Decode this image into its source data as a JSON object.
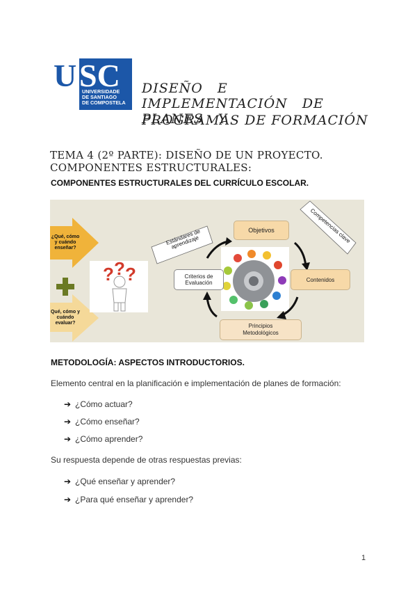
{
  "logo": {
    "letters": "USC",
    "subtitle": "UNIVERSIDADE\nDE SANTIAGO\nDE COMPOSTELA"
  },
  "title": {
    "line1": "DISEÑO E IMPLEMENTACIÓN DE PLANES Y",
    "line2": "PROGRAMAS DE FORMACIÓN"
  },
  "tema": "TEMA 4 (2º PARTE): DISEÑO DE UN PROYECTO. COMPONENTES ESTRUCTURALES:",
  "heading1": "COMPONENTES ESTRUCTURALES DEL CURRÍCULO ESCOLAR.",
  "figure": {
    "arrow_top": "¿Qué, cómo y cuándo enseñar?",
    "arrow_bottom": "Qué, cómo y cuándo evaluar?",
    "estandares": "Estándares de aprendizaje",
    "competencias": "Competencias clave",
    "objetivos": "Objetivos",
    "criterios": "Criterios de Evaluación",
    "contenidos": "Contenidos",
    "principios": "Principios Metodológicos",
    "colors": {
      "arrow": "#f0b33a",
      "cross": "#6b7a24",
      "box": "#f7d9a8",
      "question": "#d23a2a"
    }
  },
  "heading2": "METODOLOGÍA: ASPECTOS INTRODUCTORIOS.",
  "para1": "Elemento central en la planificación e implementación de planes de formación:",
  "list1": [
    "¿Cómo actuar?",
    "¿Cómo enseñar?",
    "¿Cómo aprender?"
  ],
  "para2": "Su respuesta depende de otras respuestas previas:",
  "list2": [
    "¿Qué enseñar y aprender?",
    "¿Para qué enseñar y aprender?"
  ],
  "bullet_symbol": "➔",
  "page_number": "1"
}
